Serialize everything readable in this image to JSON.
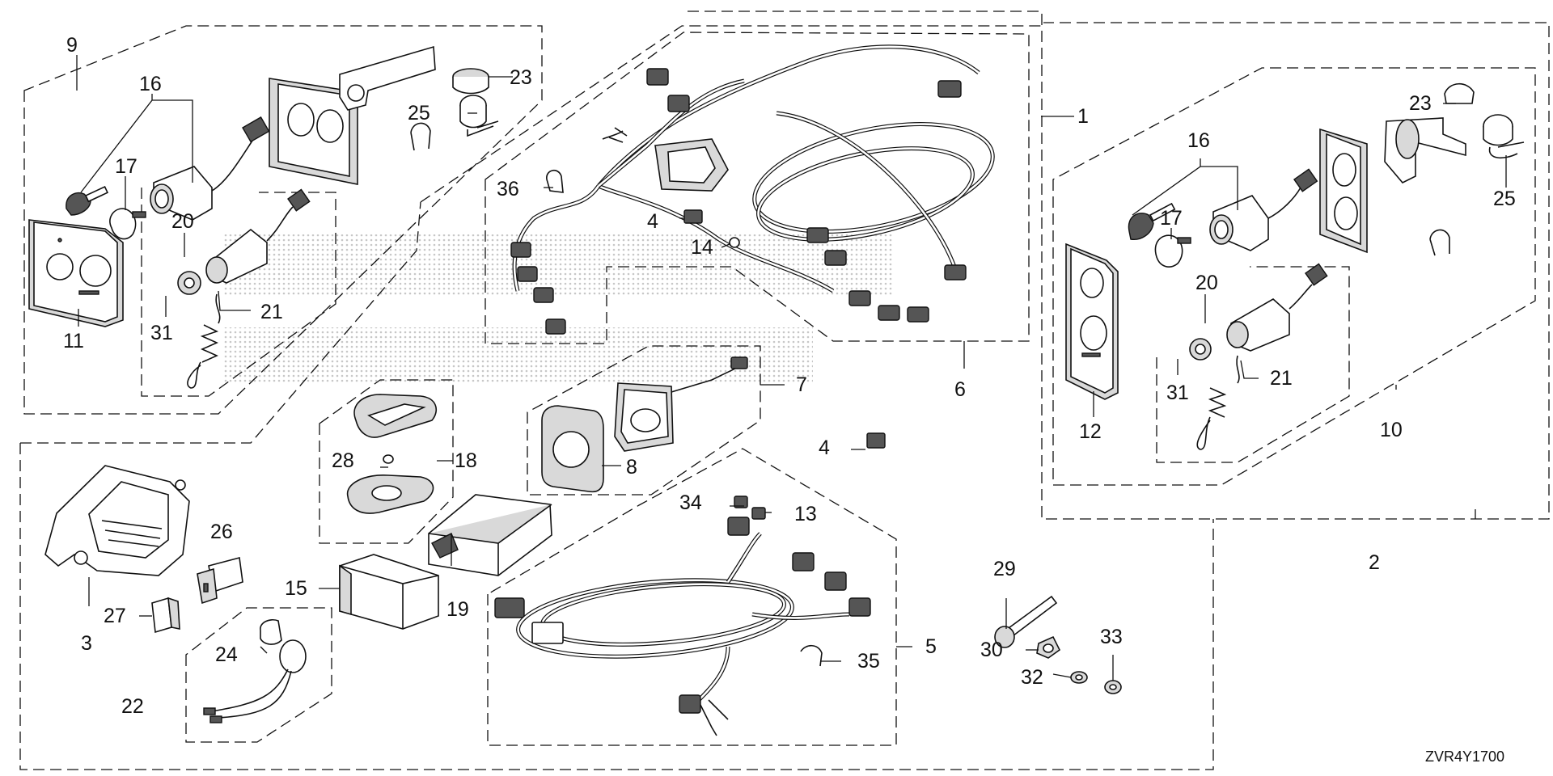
{
  "diagram_code": "ZVR4Y1700",
  "callouts": {
    "c1": "1",
    "c2": "2",
    "c3": "3",
    "c4a": "4",
    "c4b": "4",
    "c5": "5",
    "c6": "6",
    "c7": "7",
    "c8": "8",
    "c9": "9",
    "c10": "10",
    "c11": "11",
    "c12": "12",
    "c13": "13",
    "c14": "14",
    "c15": "15",
    "c16a": "16",
    "c16b": "16",
    "c17a": "17",
    "c17b": "17",
    "c18": "18",
    "c19": "19",
    "c20a": "20",
    "c20b": "20",
    "c21a": "21",
    "c21b": "21",
    "c22": "22",
    "c23a": "23",
    "c23b": "23",
    "c24": "24",
    "c25a": "25",
    "c25b": "25",
    "c26": "26",
    "c27": "27",
    "c28": "28",
    "c29": "29",
    "c30": "30",
    "c31a": "31",
    "c31b": "31",
    "c32": "32",
    "c33": "33",
    "c34": "34",
    "c35": "35",
    "c36": "36"
  }
}
